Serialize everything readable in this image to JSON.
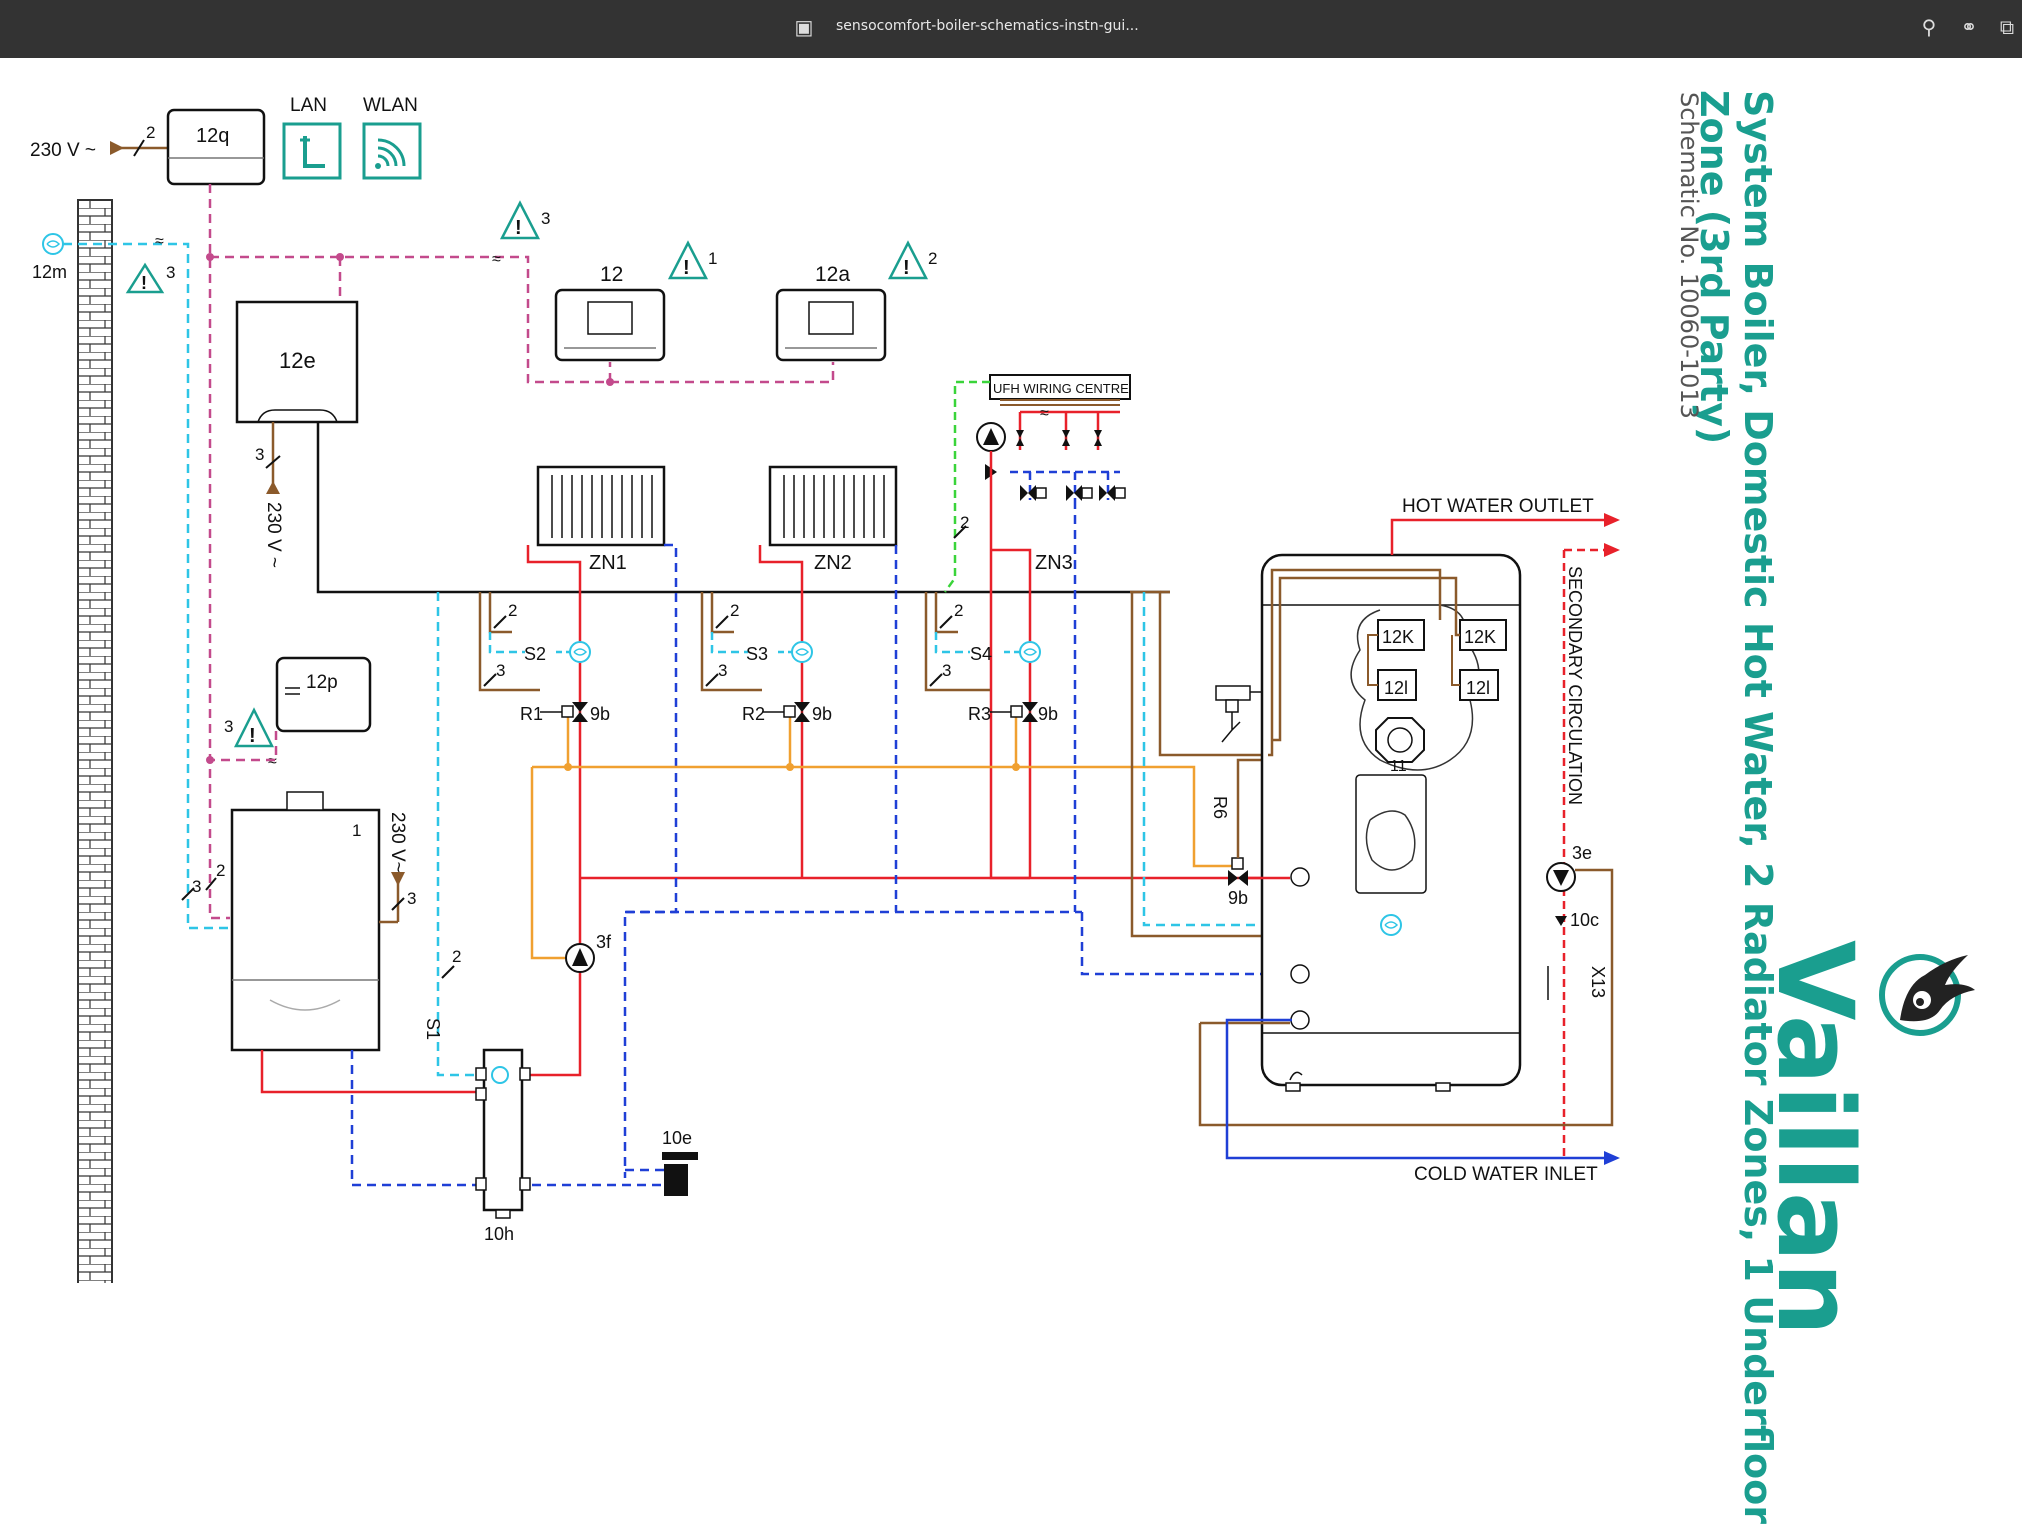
{
  "browser": {
    "tab_title": "sensocomfort-boiler-schematics-instn-gui...",
    "icons": [
      "sidebar-icon",
      "search-icon",
      "headphones-icon",
      "share-icon"
    ]
  },
  "document": {
    "title_line1": "System Boiler, Domestic Hot Water, 2 Radiator Zones, 1 Underfloor",
    "title_line2": "Zone (3rd Party)",
    "schematic_no": "Schematic No. 10060-1013",
    "brand": "Vaillan"
  },
  "labels": {
    "v230_a": "230 V ~",
    "v230_b": "230 V ~",
    "v230_c": "230 V~",
    "c12q": "12q",
    "lan": "LAN",
    "wlan": "WLAN",
    "c12m": "12m",
    "c12e": "12e",
    "c12": "12",
    "c12a": "12a",
    "c12p": "12p",
    "c1": "1",
    "ufh": "UFH WIRING CENTRE",
    "zn1": "ZN1",
    "zn2": "ZN2",
    "zn3": "ZN3",
    "s2": "S2",
    "s3": "S3",
    "s4": "S4",
    "r1": "R1",
    "r2": "R2",
    "r3": "R3",
    "v9b_1": "9b",
    "v9b_2": "9b",
    "v9b_3": "9b",
    "v9b_4": "9b",
    "p3f": "3f",
    "s1": "S1",
    "r6": "R6",
    "c10e": "10e",
    "c10h": "10h",
    "c12k_1": "12K",
    "c12k_2": "12K",
    "c12l_1": "12l",
    "c12l_2": "12l",
    "c11": "11",
    "p3e": "3e",
    "c10c": "10c",
    "x13": "X13",
    "hot_water_outlet": "HOT WATER OUTLET",
    "cold_water_inlet": "COLD WATER INLET",
    "secondary_circulation": "SECONDARY CIRCULATION",
    "w1": "2",
    "w2": "3",
    "w3": "3",
    "w4": "3",
    "w5": "3",
    "w6": "2",
    "w7": "2",
    "w8": "3",
    "w9": "2",
    "w10": "3",
    "w11": "2",
    "w12": "3",
    "w13": "2",
    "w14": "3",
    "w15": "2",
    "w16": "2",
    "warn1": "3",
    "warn2": "3",
    "warn3": "1",
    "warn4": "2",
    "warn5": "3"
  },
  "colors": {
    "flow_red": "#e8212a",
    "return_blue": "#1f3fd6",
    "signal_cyan": "#2ec5e6",
    "bus_magenta": "#c34a8c",
    "power_brown": "#8b5a2b",
    "pump_orange": "#f0a030",
    "ufh_green": "#3ad43a",
    "brand_teal": "#1a9e8f"
  }
}
